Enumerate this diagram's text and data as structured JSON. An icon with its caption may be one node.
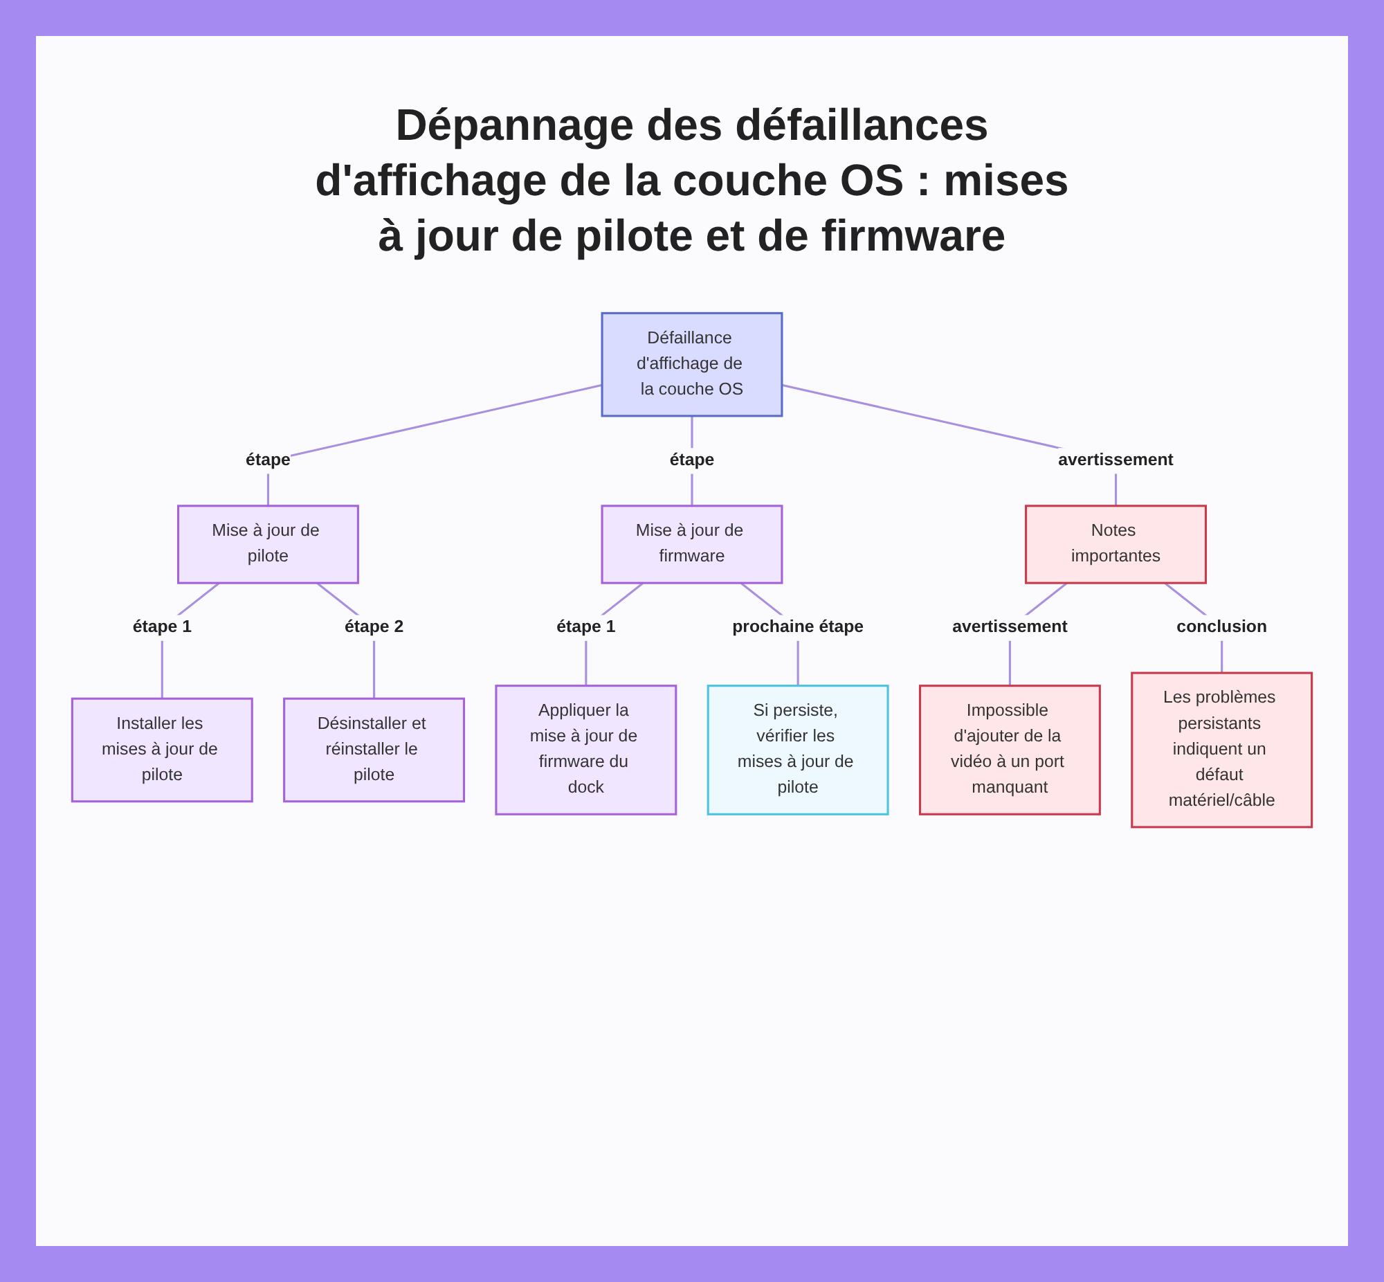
{
  "diagram": {
    "title": "Dépannage des défaillances d'affichage de la couche OS : mises à jour de pilote et de firmware",
    "nodes": [
      {
        "text": [
          "Défaillance d'affichage de la couche OS"
        ]
      },
      {
        "text": [
          "Mise à jour de pilote"
        ]
      },
      {
        "text": [
          "Mise à jour de firmware"
        ]
      },
      {
        "text": [
          "Notes importantes"
        ]
      },
      {
        "text": [
          "Installer les mises à jour de pilote"
        ]
      },
      {
        "text": [
          "Désinstaller et réinstaller le pilote"
        ]
      },
      {
        "text": [
          "Appliquer la mise à jour de firmware du dock"
        ]
      },
      {
        "text": [
          "Si persiste, vérifier les mises à jour de pilote"
        ]
      },
      {
        "text": [
          "Impossible d'ajouter de la vidéo à un port manquant"
        ]
      },
      {
        "text": [
          "Les problèmes persistants indiquent un défaut matériel/câble"
        ]
      }
    ],
    "edges": [
      {
        "from": 0,
        "to": 1,
        "arrow": "none",
        "label": "étape"
      },
      {
        "from": 0,
        "to": 2,
        "arrow": "none",
        "label": "étape"
      },
      {
        "from": 0,
        "to": 3,
        "arrow": "none",
        "label": "avertissement"
      },
      {
        "from": 1,
        "to": 4,
        "arrow": "none",
        "label": "étape 1"
      },
      {
        "from": 1,
        "to": 5,
        "arrow": "none",
        "label": "étape 2"
      },
      {
        "from": 2,
        "to": 6,
        "arrow": "none",
        "label": "étape 1"
      },
      {
        "from": 2,
        "to": 7,
        "arrow": "none",
        "label": "prochaine étape"
      },
      {
        "from": 3,
        "to": 8,
        "arrow": "none",
        "label": "avertissement"
      },
      {
        "from": 3,
        "to": 9,
        "arrow": "none",
        "label": "conclusion"
      }
    ]
  }
}
